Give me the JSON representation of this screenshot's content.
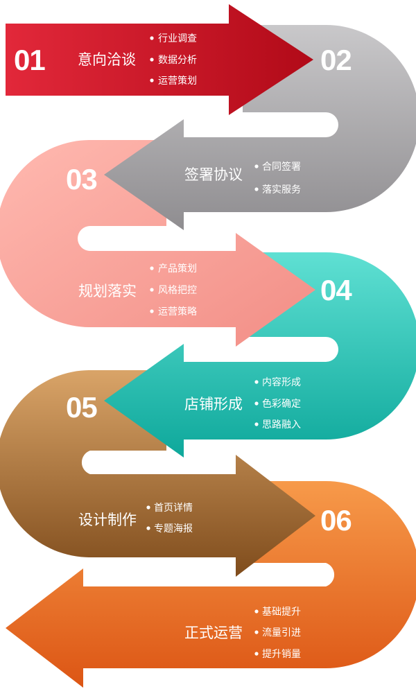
{
  "steps": [
    {
      "number": "01",
      "title": "意向洽谈",
      "items": [
        "行业调查",
        "数据分析",
        "运营策划"
      ],
      "color": "#c0101e"
    },
    {
      "number": "02",
      "title": "签署协议",
      "items": [
        "合同签署",
        "落实服务"
      ],
      "color": "#a9a8aa"
    },
    {
      "number": "03",
      "title": "规划落实",
      "items": [
        "产品策划",
        "风格把控",
        "运营策略"
      ],
      "color": "#f29a92"
    },
    {
      "number": "04",
      "title": "店铺形成",
      "items": [
        "内容形成",
        "色彩确定",
        "思路融入"
      ],
      "color": "#1fb5a8"
    },
    {
      "number": "05",
      "title": "设计制作",
      "items": [
        "首页详情",
        "专题海报"
      ],
      "color": "#a46a2c"
    },
    {
      "number": "06",
      "title": "正式运营",
      "items": [
        "基础提升",
        "流量引进",
        "提升销量"
      ],
      "color": "#ea6a22"
    }
  ]
}
